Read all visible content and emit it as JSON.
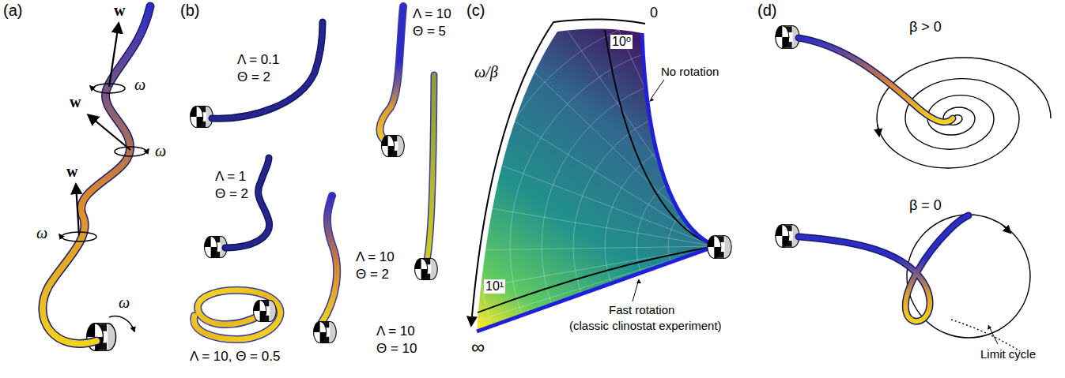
{
  "diagram": {
    "labels": [
      "(a)",
      "w",
      "ω",
      "w",
      "ω",
      "w",
      "ω",
      "ω",
      "(b)",
      "Λ = 0.1",
      "Θ = 2",
      "Λ = 10",
      "Θ = 5",
      "Λ = 1",
      "Θ = 2",
      "Λ = 10",
      "Θ = 2",
      "Λ = 10, Θ = 0.5",
      "Λ = 10",
      "Θ = 10",
      "(c)",
      "0",
      "ω/β",
      "10⁰",
      "10¹",
      "∞",
      "No rotation",
      "Fast rotation",
      "(classic clinostat experiment)",
      "(d)",
      "β > 0",
      "β = 0",
      "Limit cycle"
    ]
  }
}
